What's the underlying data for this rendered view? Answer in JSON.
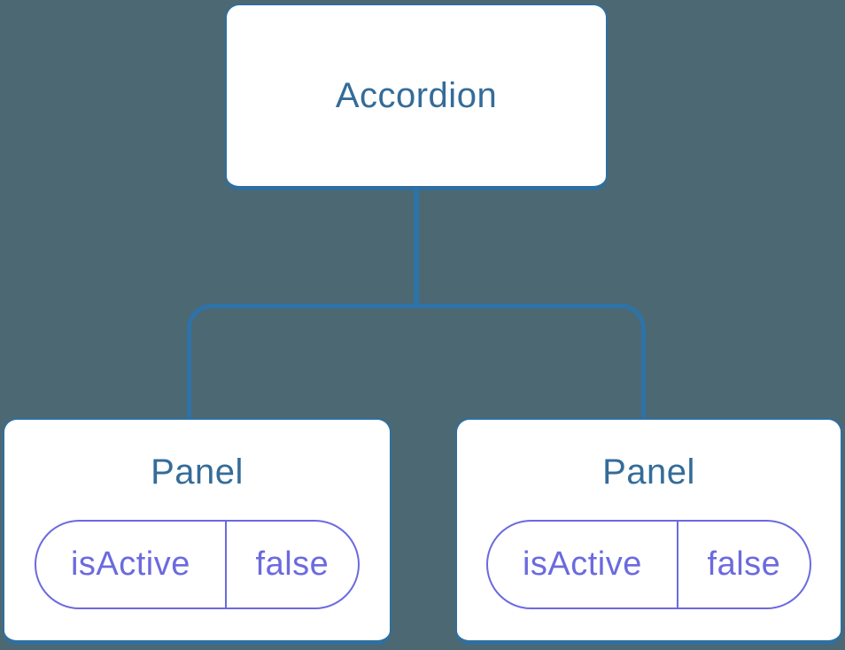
{
  "diagram": {
    "description": "component tree",
    "colors": {
      "background": "#4C6873",
      "node_border": "#2F6F9F",
      "connector": "#2D73A8",
      "node_text": "#346C99",
      "state_pill": "#6B6ADF"
    },
    "root": {
      "label": "Accordion"
    },
    "children": [
      {
        "label": "Panel",
        "state": {
          "name": "isActive",
          "value": "false"
        }
      },
      {
        "label": "Panel",
        "state": {
          "name": "isActive",
          "value": "false"
        }
      }
    ]
  }
}
